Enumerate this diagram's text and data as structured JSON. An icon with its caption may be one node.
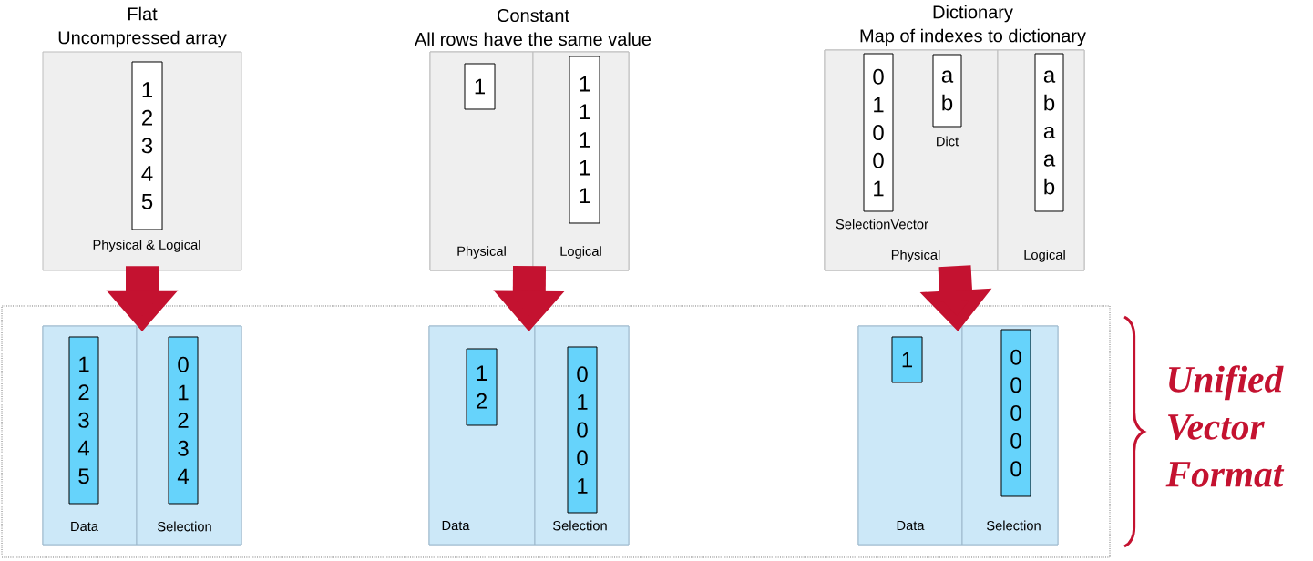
{
  "diagram": {
    "nodes": [
      {
        "text": [
          "Flat",
          "Uncompressed array",
          "Physical & Logical"
        ]
      },
      {
        "text": [
          "1 2 3 4 5"
        ],
        "in": 0
      },
      {
        "text": [
          "Constant",
          "All rows have the same value"
        ]
      },
      {
        "text": [
          "Physical"
        ],
        "in": 2
      },
      {
        "text": [
          "1"
        ],
        "in": 3
      },
      {
        "text": [
          "Logical"
        ],
        "in": 2
      },
      {
        "text": [
          "1 1 1 1 1"
        ],
        "in": 5
      },
      {
        "text": [
          "Dictionary",
          "Map of indexes to dictionary"
        ]
      },
      {
        "text": [
          "Physical"
        ],
        "in": 7
      },
      {
        "text": [
          "0 1 0 0 1"
        ],
        "in": 8,
        "beside": [
          "SelectionVector"
        ]
      },
      {
        "text": [
          "a b"
        ],
        "in": 8,
        "beside": [
          "Dict"
        ]
      },
      {
        "text": [
          "Logical"
        ],
        "in": 7
      },
      {
        "text": [
          "a b a a b"
        ],
        "in": 11
      },
      {
        "text": [],
        "shape": "box",
        "beside": [
          "Unified Vector Format"
        ]
      },
      {
        "text": [],
        "shape": "box",
        "in": 13
      },
      {
        "text": [
          "Data"
        ],
        "in": 14
      },
      {
        "text": [
          "1 2 3 4 5"
        ],
        "in": 15
      },
      {
        "text": [
          "Selection"
        ],
        "in": 14
      },
      {
        "text": [
          "0 1 2 3 4"
        ],
        "in": 17
      },
      {
        "text": [],
        "shape": "box",
        "in": 13
      },
      {
        "text": [
          "Data"
        ],
        "in": 19
      },
      {
        "text": [
          "1 2"
        ],
        "in": 20
      },
      {
        "text": [
          "Selection"
        ],
        "in": 19
      },
      {
        "text": [
          "0 1 0 0 1"
        ],
        "in": 22
      },
      {
        "text": [],
        "shape": "box",
        "in": 13
      },
      {
        "text": [
          "Data"
        ],
        "in": 24
      },
      {
        "text": [
          "1"
        ],
        "in": 25
      },
      {
        "text": [
          "Selection"
        ],
        "in": 24
      },
      {
        "text": [
          "0 0 0 0 0"
        ],
        "in": 27
      }
    ],
    "edges": [
      {
        "from": 0,
        "to": 14,
        "arrow": "to"
      },
      {
        "from": 2,
        "to": 19,
        "arrow": "to"
      },
      {
        "from": 7,
        "to": 24,
        "arrow": "to"
      }
    ]
  }
}
